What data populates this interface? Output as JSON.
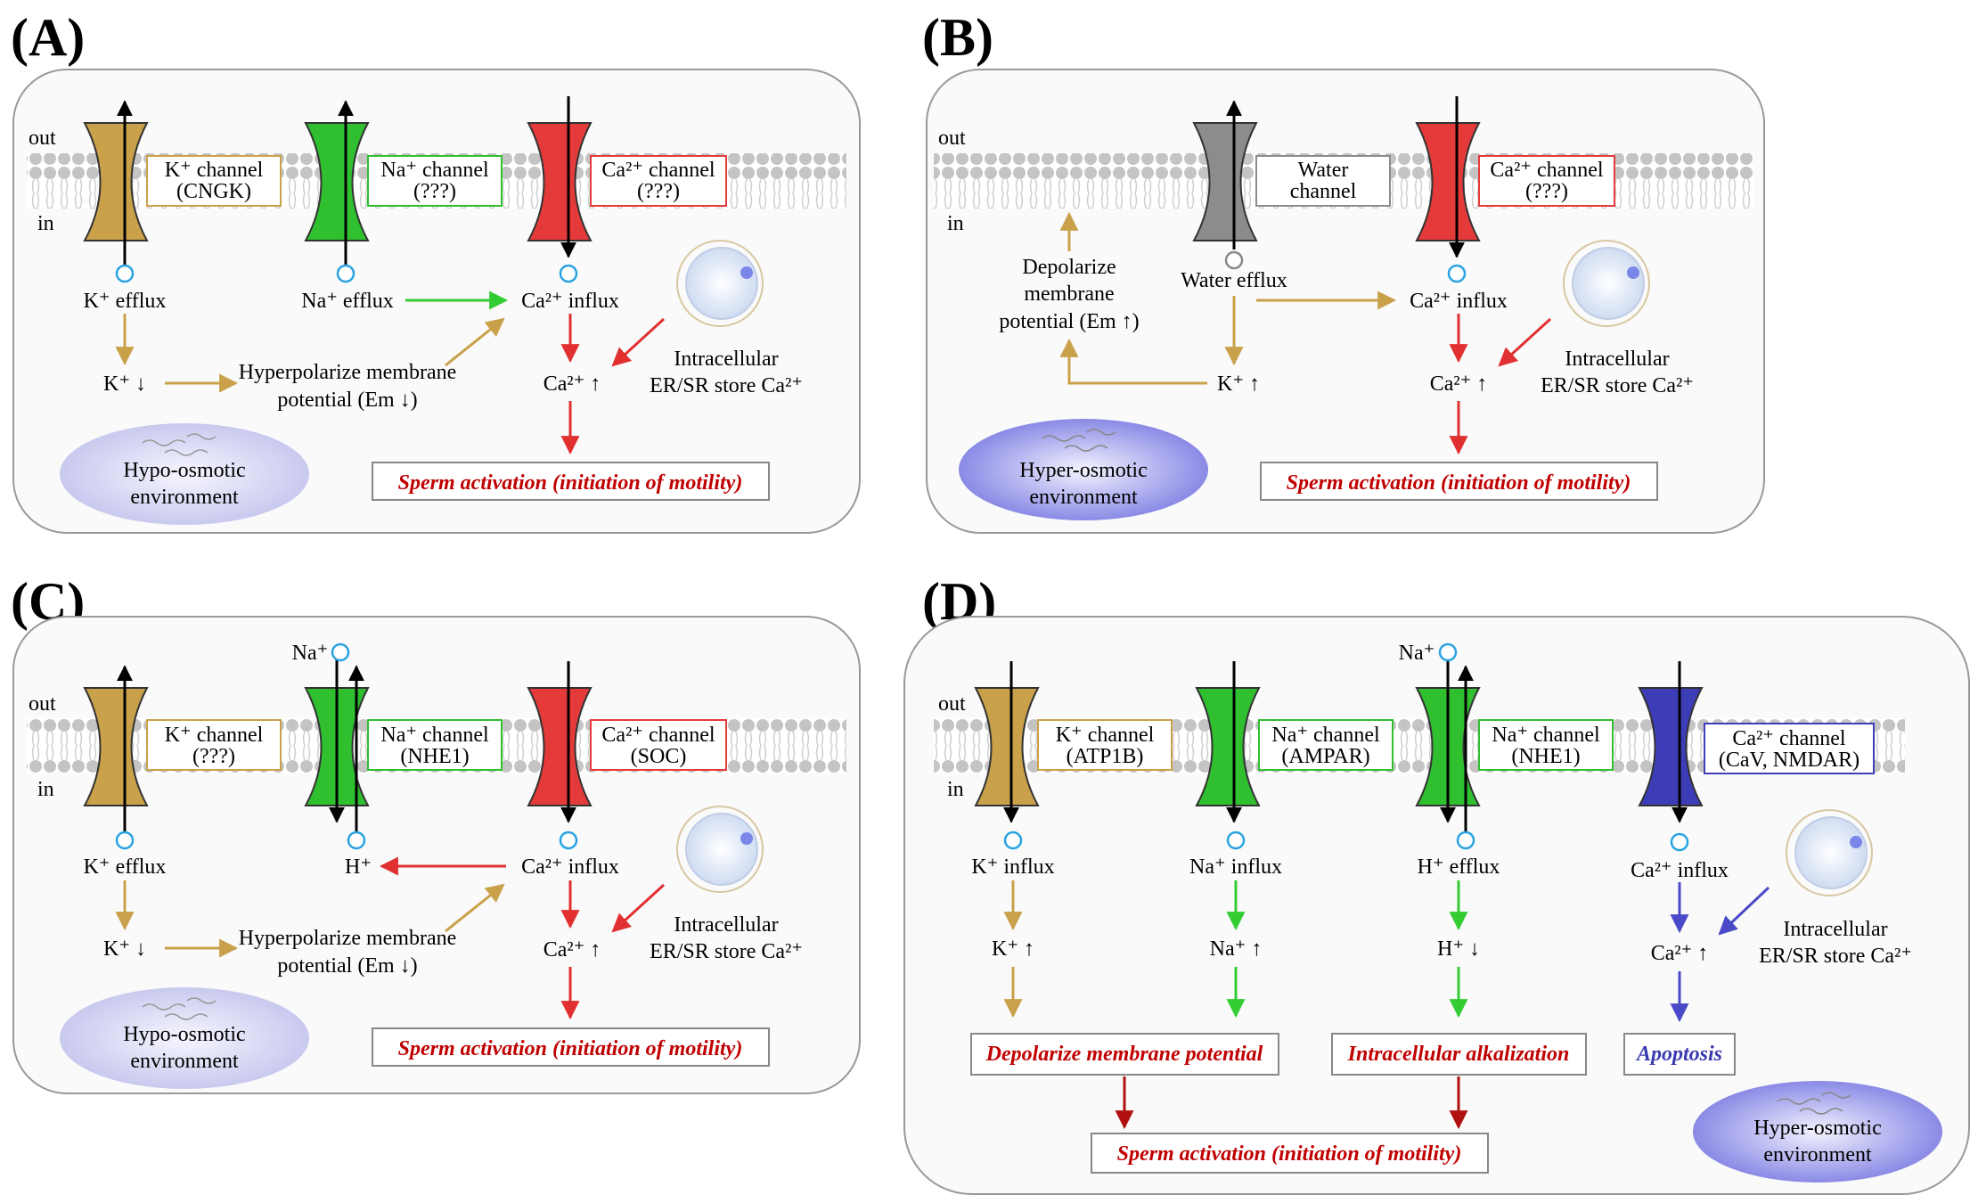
{
  "colors": {
    "k": "#c9a14a",
    "na": "#2fbf2f",
    "ca": "#e53a3a",
    "water": "#8c8c8c",
    "cav": "#3d3db8",
    "arrow_gold": "#c9a14a",
    "arrow_green": "#33cc33",
    "arrow_red": "#e03030",
    "arrow_blue": "#4a4ac8",
    "ion": "#29a3e0"
  },
  "panels": {
    "A": {
      "label": "(A)",
      "out": "out",
      "in": "in",
      "k_ch": [
        "K⁺ channel",
        "(CNGK)"
      ],
      "na_ch": [
        "Na⁺ channel",
        "(???)"
      ],
      "ca_ch": [
        "Ca²⁺ channel",
        "(???)"
      ],
      "k_efflux": "K⁺ efflux",
      "na_efflux": "Na⁺ efflux",
      "ca_influx": "Ca²⁺ influx",
      "k_down": "K⁺ ↓",
      "hyper": [
        "Hyperpolarize membrane",
        "potential (Em ↓)"
      ],
      "ca_up": "Ca²⁺ ↑",
      "er": [
        "Intracellular",
        "ER/SR store Ca²⁺"
      ],
      "env": [
        "Hypo-osmotic",
        "environment"
      ],
      "activation": "Sperm activation (initiation of motility)"
    },
    "B": {
      "label": "(B)",
      "out": "out",
      "in": "in",
      "water_ch": [
        "Water",
        "channel"
      ],
      "ca_ch": [
        "Ca²⁺ channel",
        "(???)"
      ],
      "water_efflux": "Water efflux",
      "ca_influx": "Ca²⁺ influx",
      "depol": [
        "Depolarize",
        "membrane",
        "potential (Em ↑)"
      ],
      "k_up": "K⁺ ↑",
      "ca_up": "Ca²⁺ ↑",
      "er": [
        "Intracellular",
        "ER/SR store Ca²⁺"
      ],
      "env": [
        "Hyper-osmotic",
        "environment"
      ],
      "activation": "Sperm activation (initiation of motility)"
    },
    "C": {
      "label": "(C)",
      "out": "out",
      "in": "in",
      "na_top": "Na⁺",
      "k_ch": [
        "K⁺ channel",
        "(???)"
      ],
      "na_ch": [
        "Na⁺ channel",
        "(NHE1)"
      ],
      "ca_ch": [
        "Ca²⁺ channel",
        "(SOC)"
      ],
      "k_efflux": "K⁺ efflux",
      "h": "H⁺",
      "ca_influx": "Ca²⁺ influx",
      "k_down": "K⁺ ↓",
      "hyper": [
        "Hyperpolarize membrane",
        "potential (Em ↓)"
      ],
      "ca_up": "Ca²⁺ ↑",
      "er": [
        "Intracellular",
        "ER/SR store Ca²⁺"
      ],
      "env": [
        "Hypo-osmotic",
        "environment"
      ],
      "activation": "Sperm activation (initiation of motility)"
    },
    "D": {
      "label": "(D)",
      "out": "out",
      "in": "in",
      "na_top": "Na⁺",
      "k_ch": [
        "K⁺ channel",
        "(ATP1B)"
      ],
      "na_ch1": [
        "Na⁺ channel",
        "(AMPAR)"
      ],
      "na_ch2": [
        "Na⁺ channel",
        "(NHE1)"
      ],
      "ca_ch": [
        "Ca²⁺ channel",
        "(CaV, NMDAR)"
      ],
      "k_influx": "K⁺ influx",
      "na_influx": "Na⁺ influx",
      "h_efflux": "H⁺ efflux",
      "ca_influx": "Ca²⁺ influx",
      "k_up": "K⁺ ↑",
      "na_up": "Na⁺ ↑",
      "h_down": "H⁺ ↓",
      "ca_up": "Ca²⁺ ↑",
      "er": [
        "Intracellular",
        "ER/SR store Ca²⁺"
      ],
      "env": [
        "Hyper-osmotic",
        "environment"
      ],
      "depol": "Depolarize membrane potential",
      "alk": "Intracellular alkalization",
      "apoptosis": "Apoptosis",
      "activation": "Sperm activation (initiation of motility)"
    }
  }
}
